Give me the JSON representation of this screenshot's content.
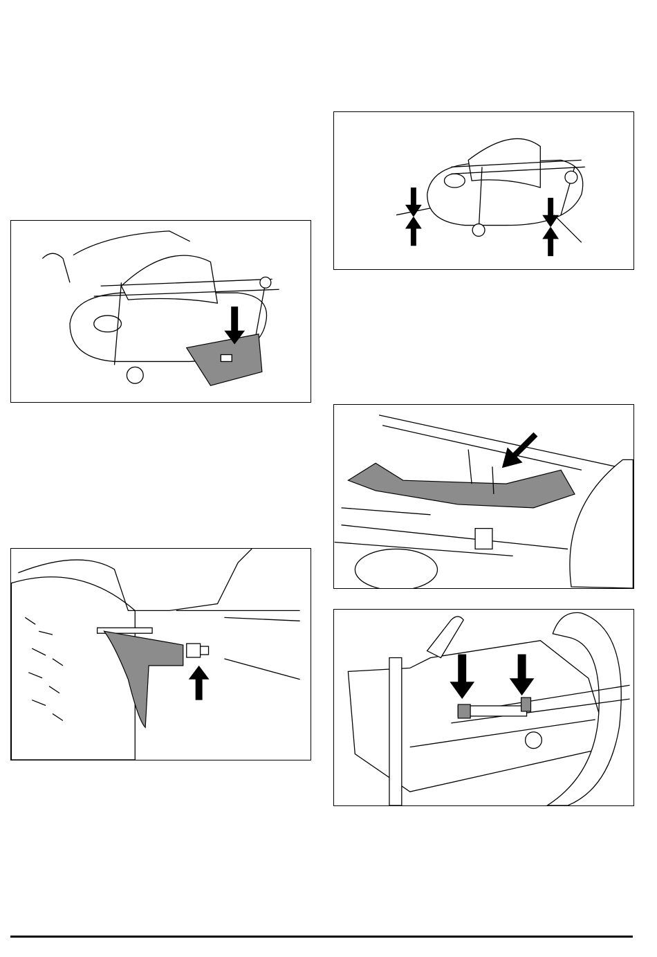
{
  "figures": [
    {
      "id": "figure-1",
      "arrow": "down"
    },
    {
      "id": "figure-2",
      "arrow": "up"
    },
    {
      "id": "figure-3",
      "arrow": "down-up-pairs"
    },
    {
      "id": "figure-4",
      "arrow": "diagonal-down-left"
    },
    {
      "id": "figure-5",
      "arrow": "down-pair"
    }
  ],
  "colors": {
    "line": "#000000",
    "shade": "#8c8c8c",
    "background": "#ffffff"
  }
}
